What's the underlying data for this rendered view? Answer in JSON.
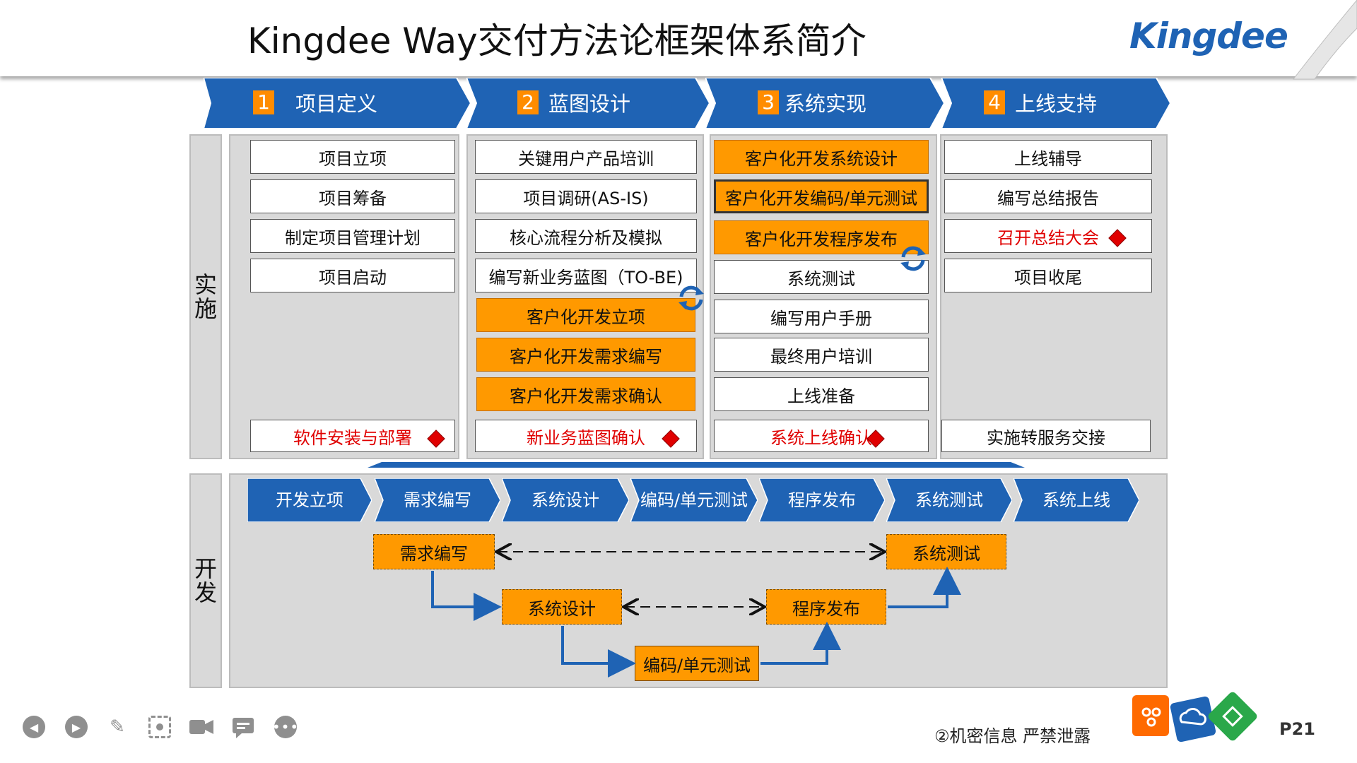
{
  "title": "Kingdee Way交付方法论框架体系简介",
  "logo": "Kingdee",
  "phases": [
    {
      "num": "1",
      "label": "项目定义"
    },
    {
      "num": "2",
      "label": "蓝图设计"
    },
    {
      "num": "3",
      "label": "系统实现"
    },
    {
      "num": "4",
      "label": "上线支持"
    }
  ],
  "side_labels": {
    "impl": "实施",
    "dev": "开发"
  },
  "impl": {
    "col1": [
      "项目立项",
      "项目筹备",
      "制定项目管理计划",
      "项目启动",
      "软件安装与部署"
    ],
    "col2": [
      "关键用户产品培训",
      "项目调研(AS-IS)",
      "核心流程分析及模拟",
      "编写新业务蓝图（TO-BE)",
      "客户化开发立项",
      "客户化开发需求编写",
      "客户化开发需求确认",
      "新业务蓝图确认"
    ],
    "col3": [
      "客户化开发系统设计",
      "客户化开发编码/单元测试",
      "客户化开发程序发布",
      "系统测试",
      "编写用户手册",
      "最终用户培训",
      "上线准备",
      "系统上线确认"
    ],
    "col4": [
      "上线辅导",
      "编写总结报告",
      "召开总结大会",
      "项目收尾",
      "实施转服务交接"
    ]
  },
  "dev": {
    "steps": [
      "开发立项",
      "需求编写",
      "系统设计",
      "编码/单元测试",
      "程序发布",
      "系统测试",
      "系统上线"
    ],
    "flow": {
      "req": "需求编写",
      "test": "系统测试",
      "design": "系统设计",
      "release": "程序发布",
      "code": "编码/单元测试"
    }
  },
  "controls": [
    "prev-icon",
    "play-icon",
    "pen-icon",
    "focus-icon",
    "camera-icon",
    "comment-icon",
    "more-icon"
  ],
  "footer": {
    "confidential": "②机密信息 严禁泄露",
    "page": "P21"
  },
  "colors": {
    "blue": "#1f63b4",
    "orange": "#ff9900",
    "red": "#e00000",
    "panel": "#d9d9d9"
  }
}
